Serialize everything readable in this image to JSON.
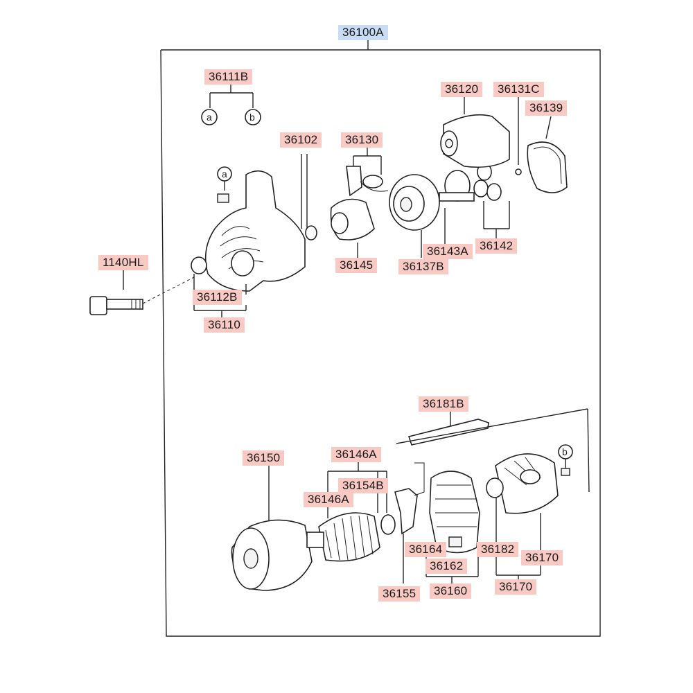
{
  "labels": {
    "assembly": "36100A",
    "l36111B": "36111B",
    "l36102": "36102",
    "l36130": "36130",
    "l36120": "36120",
    "l36131C": "36131C",
    "l36139": "36139",
    "l1140HL": "1140HL",
    "l36112B": "36112B",
    "l36110": "36110",
    "l36145": "36145",
    "l36137B": "36137B",
    "l36143A": "36143A",
    "l36142": "36142",
    "l36181B": "36181B",
    "l36150": "36150",
    "l36146A_top": "36146A",
    "l36154B": "36154B",
    "l36146A_mid": "36146A",
    "l36164": "36164",
    "l36182": "36182",
    "l36170_a": "36170",
    "l36162": "36162",
    "l36155": "36155",
    "l36160": "36160",
    "l36170_b": "36170"
  },
  "callouts": {
    "a": "a",
    "b": "b"
  },
  "colors": {
    "part_label_bg": "#f9c9c4",
    "assembly_label_bg": "#c9dcf5",
    "line": "#222222"
  }
}
